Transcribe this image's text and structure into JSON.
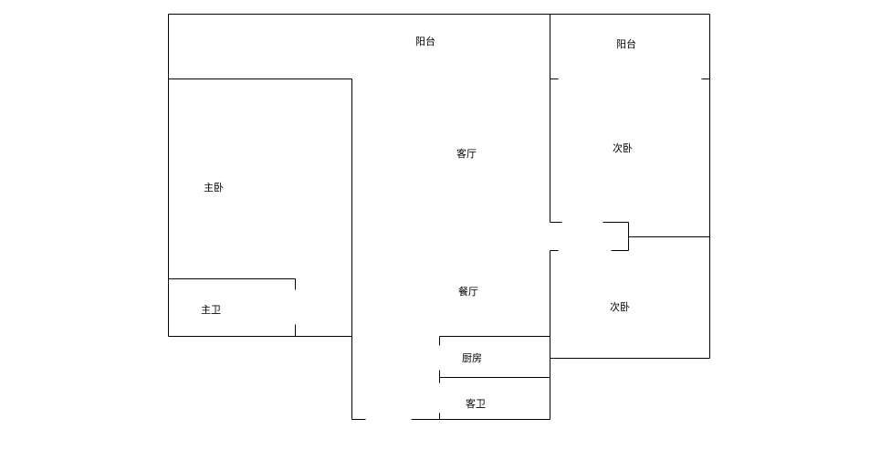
{
  "plan": {
    "line_color": "#000000",
    "background": "#ffffff",
    "rooms": {
      "balcony_main": "阳台",
      "balcony_side": "阳台",
      "living_room": "客厅",
      "master_bedroom": "主卧",
      "secondary_bedroom_1": "次卧",
      "secondary_bedroom_2": "次卧",
      "dining_room": "餐厅",
      "master_bath": "主卫",
      "kitchen": "厨房",
      "guest_bath": "客卫"
    }
  }
}
